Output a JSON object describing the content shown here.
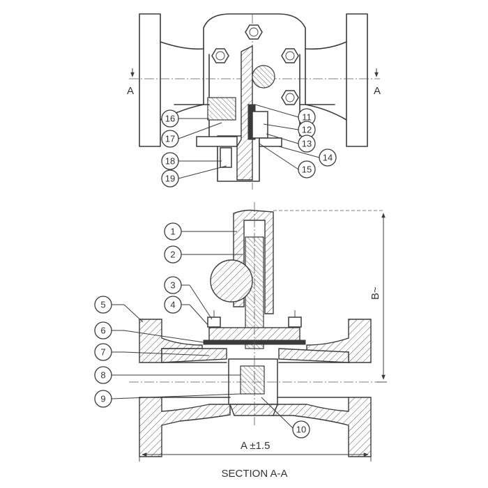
{
  "drawing": {
    "caption": "SECTION A-A",
    "section_marker_left": "A",
    "section_marker_right": "A",
    "dimension_width": "A ±1.5",
    "dimension_height": "B~"
  },
  "callouts": [
    "1",
    "2",
    "3",
    "4",
    "5",
    "6",
    "7",
    "8",
    "9",
    "10",
    "11",
    "12",
    "13",
    "14",
    "15",
    "16",
    "17",
    "18",
    "19"
  ]
}
